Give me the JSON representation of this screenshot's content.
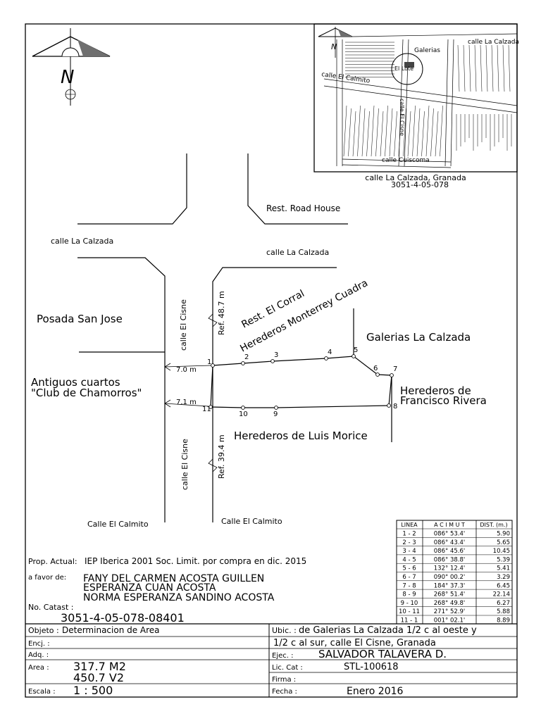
{
  "north": {
    "letter": "N"
  },
  "inset": {
    "labels": {
      "calzada_top": "calle La Calzada",
      "galerias": "Galerias",
      "lote": "El Lote",
      "calmito": "calle El Calmito",
      "cisne": "calle El Cisne",
      "cuiscoma": "calle Cuiscoma"
    },
    "caption1": "calle La Calzada, Granada",
    "caption2": "3051-4-05-078"
  },
  "streets": {
    "calzada_left": "calle La Calzada",
    "calzada_right": "calle La Calzada",
    "cisne_top": "calle El Cisne",
    "cisne_bottom": "calle El Cisne",
    "calmito_left": "Calle El Calmito",
    "calmito_right": "Calle El Calmito"
  },
  "places": {
    "road_house": "Rest. Road House",
    "posada": "Posada San Jose",
    "club1": "Antiguos cuartos",
    "club2": "\"Club de Chamorros\"",
    "el_corral": "Rest. El Corral",
    "monterrey": "Herederos Monterrey Cuadra",
    "galerias": "Galerias La Calzada",
    "rivera1": "Herederos de",
    "rivera2": "Francisco Rivera",
    "morice": "Herederos de Luis Morice"
  },
  "refs": {
    "ref_top": "Ref. 48.7 m",
    "ref_bottom": "Ref. 39.4 m",
    "dim_top": "7.0 m",
    "dim_bottom": "7.1 m"
  },
  "vertices": [
    "1",
    "2",
    "3",
    "4",
    "5",
    "6",
    "7",
    "8",
    "9",
    "10",
    "11"
  ],
  "bearings_table": {
    "headers": [
      "LINEA",
      "A C I M U T",
      "DIST. (m.)"
    ],
    "rows": [
      [
        "1 - 2",
        "086° 53.4'",
        "5.90"
      ],
      [
        "2 - 3",
        "086° 43.4'",
        "5.65"
      ],
      [
        "3 - 4",
        "086° 45.6'",
        "10.45"
      ],
      [
        "4 - 5",
        "086° 38.8'",
        "5.39"
      ],
      [
        "5 - 6",
        "132° 12.4'",
        "5.41"
      ],
      [
        "6 - 7",
        "090° 00.2'",
        "3.29"
      ],
      [
        "7 - 8",
        "184° 37.3'",
        "6.45"
      ],
      [
        "8 - 9",
        "268° 51.4'",
        "22.14"
      ],
      [
        "9 - 10",
        "268° 49.8'",
        "6.27"
      ],
      [
        "10 - 11",
        "271° 52.9'",
        "5.88"
      ],
      [
        "11 - 1",
        "001° 02.1'",
        "8.89"
      ]
    ]
  },
  "ownership": {
    "prop_label": "Prop. Actual:",
    "prop_value": "IEP Iberica 2001 Soc. Limit. por compra en dic. 2015",
    "favor_label": "a favor de:",
    "names": [
      "FANY DEL CARMEN ACOSTA GUILLEN",
      "ESPERANZA CUAN ACOSTA",
      "NORMA ESPERANZA SANDINO ACOSTA"
    ],
    "catast_label": "No. Catast :",
    "catast_value": "3051-4-05-078-08401"
  },
  "title_block": {
    "objeto_label": "Objeto :",
    "objeto_value": "Determinacion de Area",
    "encj_label": "Encj. :",
    "adq_label": "Adq. :",
    "area_label": "Area :",
    "area_value": "317.7 M2",
    "area_value2": "450.7 V2",
    "escala_label": "Escala :",
    "escala_value": "1 : 500",
    "ubic_label": "Ubic. :",
    "ubic_value1": "de Galerias La Calzada 1/2 c al oeste y",
    "ubic_value2": "1/2 c al sur, calle El Cisne, Granada",
    "ejec_label": "Ejec. :",
    "ejec_value": "SALVADOR TALAVERA D.",
    "lic_label": "Lic. Cat :",
    "lic_value": "STL-100618",
    "firma_label": "Firma :",
    "fecha_label": "Fecha :",
    "fecha_value": "Enero 2016"
  }
}
